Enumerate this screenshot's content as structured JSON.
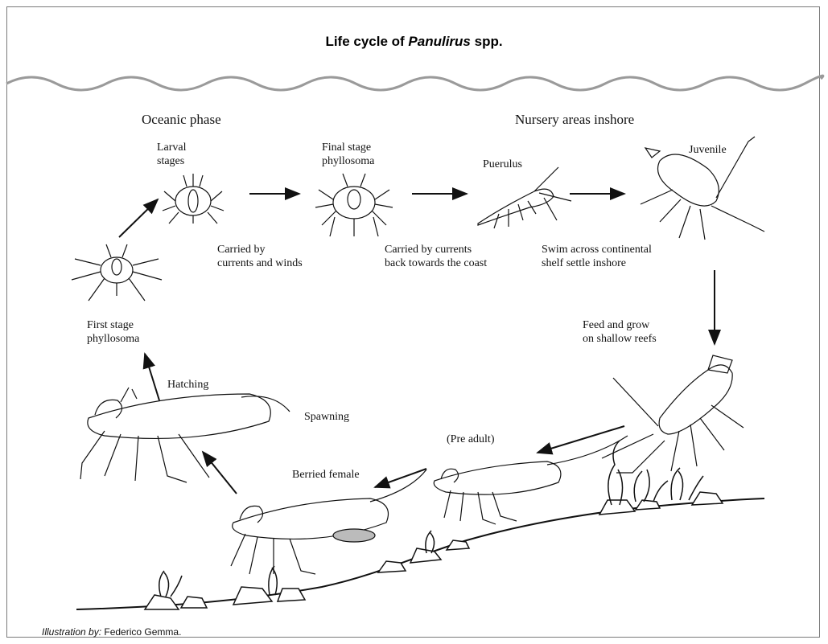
{
  "title": {
    "prefix": "Life cycle of ",
    "genus": "Panulirus",
    "suffix": " spp."
  },
  "headings": {
    "oceanic": "Oceanic phase",
    "nursery": "Nursery areas inshore"
  },
  "stages": {
    "larval": [
      "Larval",
      "stages"
    ],
    "final_stage": [
      "Final stage",
      "phyllosoma"
    ],
    "puerulus": "Puerulus",
    "juvenile": "Juvenile",
    "first_stage": [
      "First stage",
      "phyllosoma"
    ],
    "pre_adult": "(Pre adult)",
    "berried_female": "Berried female"
  },
  "transitions": {
    "carried_winds": [
      "Carried by",
      "currents and winds"
    ],
    "carried_coast": [
      "Carried by currents",
      "back towards the coast"
    ],
    "swim_across": [
      "Swim across continental",
      "shelf settle inshore"
    ],
    "feed_grow": [
      "Feed and grow",
      "on shallow reefs"
    ],
    "hatching": "Hatching",
    "spawning": "Spawning"
  },
  "credit": {
    "prefix": "Illustration by:",
    "author": " Federico Gemma."
  },
  "colors": {
    "ink": "#111111",
    "water": "#9a9a9a",
    "frame": "#7a7a7a"
  }
}
